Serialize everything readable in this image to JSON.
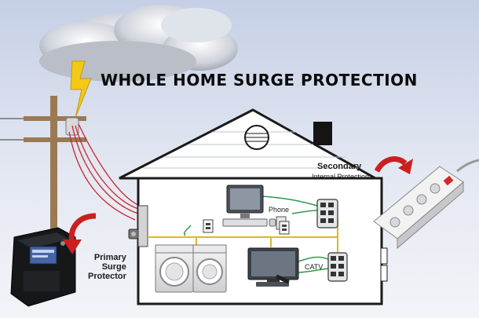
{
  "title": "WHOLE HOME SURGE PROTECTION",
  "labels": {
    "primary_line1": "Primary",
    "primary_line2": "Surge",
    "primary_line3": "Protector",
    "secondary": "Secondary",
    "internal": "Internal Protection",
    "phone": "Phone",
    "catv": "CATV"
  },
  "colors": {
    "sky_top": "#c9d2e6",
    "sky_bottom": "#f2f3f8",
    "house_fill": "#ffffff",
    "house_stroke": "#1a1a1a",
    "power_line": "#e0b62a",
    "signal_line": "#2f9a48",
    "arrow_red": "#cc1f1f",
    "wire_red": "#c8262b"
  }
}
